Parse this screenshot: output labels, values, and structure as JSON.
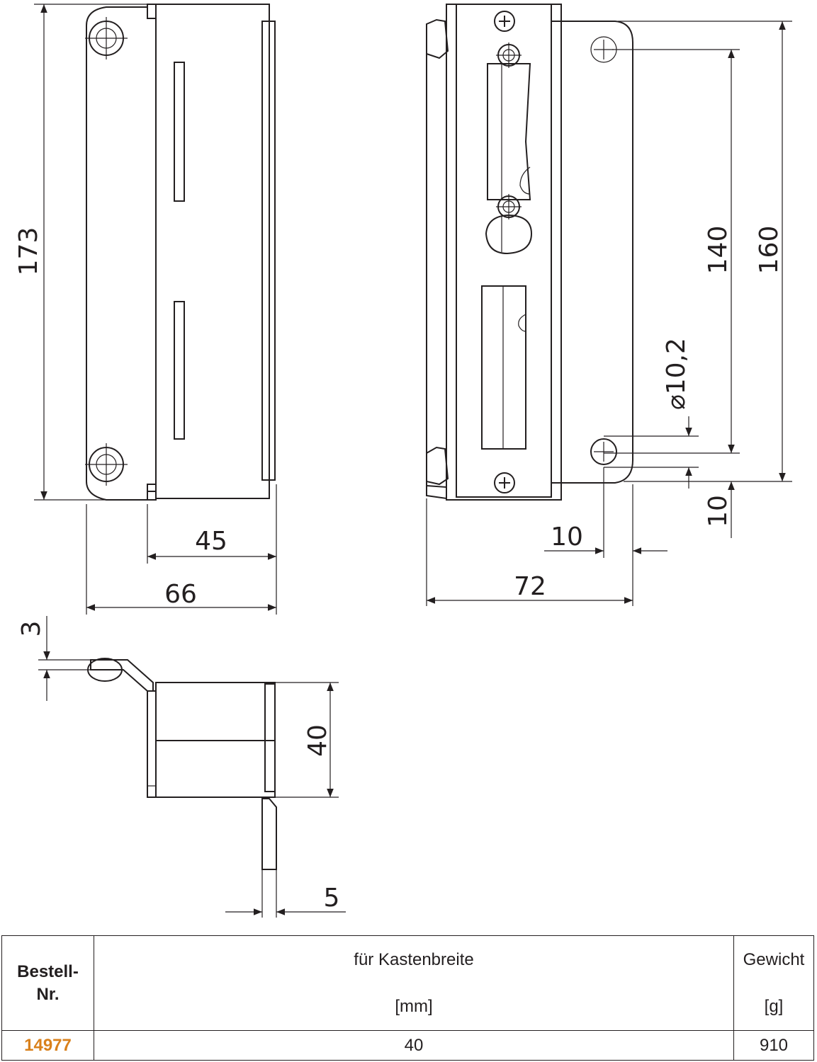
{
  "diagram": {
    "dimensions": {
      "front_height": "173",
      "front_inner_width": "45",
      "front_outer_width": "66",
      "side_width": "72",
      "side_edge_offset": "10",
      "side_bottom_offset": "10",
      "hole_diameter": "⌀10,2",
      "hole_spacing": "140",
      "plate_height": "160",
      "bottom_thickness": "3",
      "bottom_depth": "40",
      "bottom_lip": "5"
    },
    "colors": {
      "line": "#231f20",
      "order_number": "#d9801b"
    }
  },
  "table": {
    "header": {
      "order_line1": "Bestell-",
      "order_line2": "Nr.",
      "width_label": "für Kastenbreite",
      "width_unit": "[mm]",
      "weight_label": "Gewicht",
      "weight_unit": "[g]"
    },
    "rows": [
      {
        "order": "14977",
        "width": "40",
        "weight": "910"
      }
    ]
  }
}
